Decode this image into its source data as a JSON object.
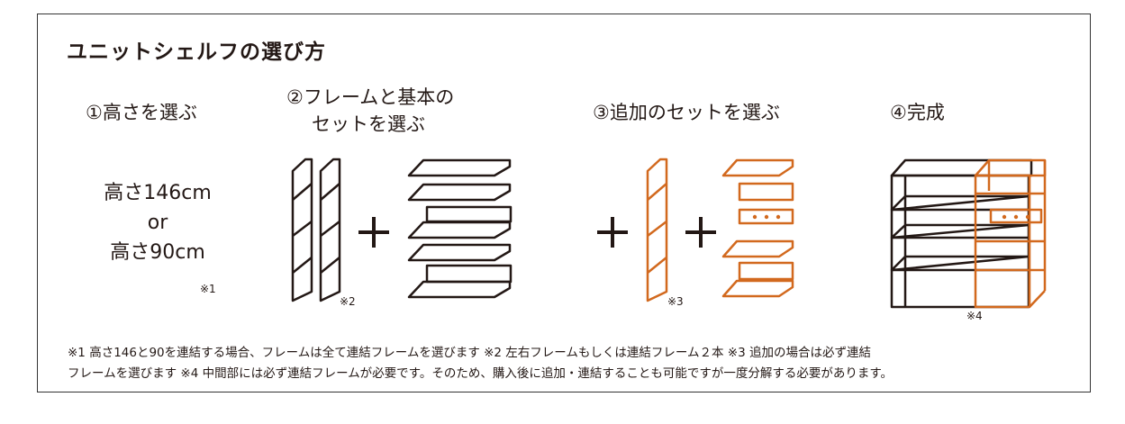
{
  "title": "ユニットシェルフの選び方",
  "steps": {
    "s1": "①高さを選ぶ",
    "s2_line1": "②フレームと基本の",
    "s2_line2": "セットを選ぶ",
    "s3": "③追加のセットを選ぶ",
    "s4": "④完成"
  },
  "height_options": {
    "opt1": "高さ146cm",
    "or": "or",
    "opt2": "高さ90cm"
  },
  "notes": {
    "n1": "※1",
    "n2": "※2",
    "n3": "※3",
    "n4": "※4"
  },
  "footnote": {
    "line1": "※1 高さ146と90を連結する場合、フレームは全て連結フレームを選びます ※2 左右フレームもしくは連結フレーム２本 ※3 追加の場合は必ず連結",
    "line2": "フレームを選びます ※4 中間部には必ず連結フレームが必要です。そのため、購入後に追加・連結することも可能ですが一度分解する必要があります。"
  },
  "colors": {
    "base": "#231815",
    "accent": "#d2691e"
  }
}
